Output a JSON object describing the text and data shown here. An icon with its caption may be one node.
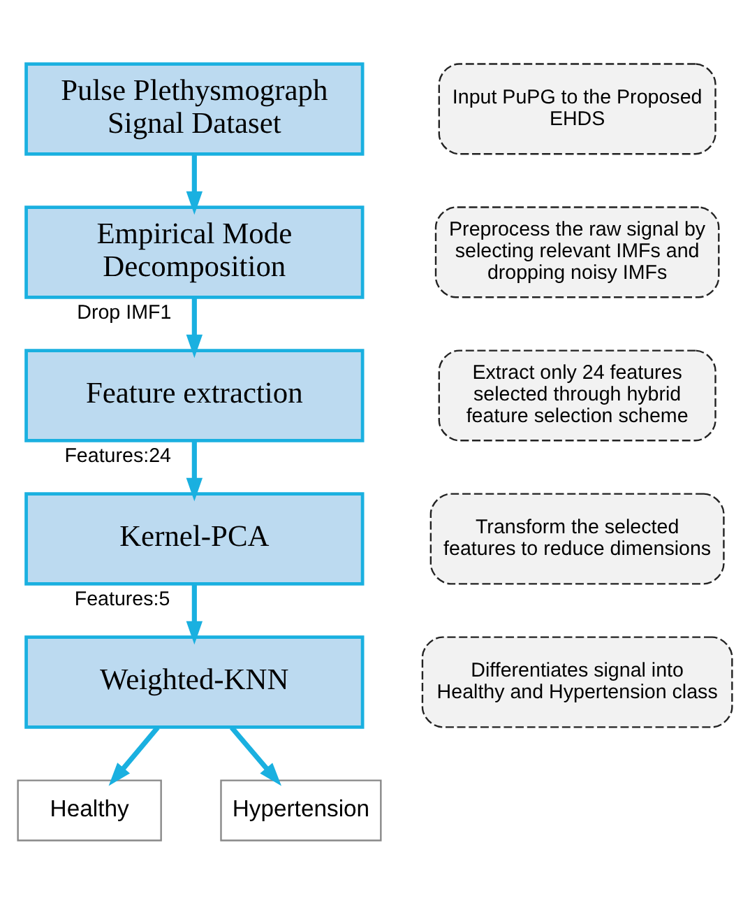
{
  "diagram": {
    "nodes": [
      {
        "text": [
          "Pulse Plethysmograph Signal Dataset"
        ]
      },
      {
        "text": [
          "Input PuPG to the Proposed EHDS"
        ]
      },
      {
        "text": [
          "Empirical Mode Decomposition"
        ]
      },
      {
        "text": [
          "Preprocess the raw signal by selecting relevant IMFs and dropping noisy IMFs"
        ]
      },
      {
        "text": [
          "Feature extraction"
        ]
      },
      {
        "text": [
          "Extract only 24 features selected through hybrid feature selection scheme"
        ]
      },
      {
        "text": [
          "Kernel-PCA"
        ]
      },
      {
        "text": [
          "Transform the selected features to reduce dimensions"
        ]
      },
      {
        "text": [
          "Weighted-KNN"
        ]
      },
      {
        "text": [
          "Differentiates signal into Healthy and Hypertension class"
        ]
      },
      {
        "text": [
          "Healthy"
        ]
      },
      {
        "text": [
          "Hypertension"
        ]
      }
    ],
    "edges": [
      {
        "from": 0,
        "to": 2,
        "arrow": "to"
      },
      {
        "from": 2,
        "to": 4,
        "arrow": "to",
        "label": "Drop IMF1"
      },
      {
        "from": 4,
        "to": 6,
        "arrow": "to",
        "label": "Features:24"
      },
      {
        "from": 6,
        "to": 8,
        "arrow": "to",
        "label": "Features:5"
      },
      {
        "from": 8,
        "to": 10,
        "arrow": "to"
      },
      {
        "from": 8,
        "to": 11,
        "arrow": "to"
      }
    ]
  }
}
